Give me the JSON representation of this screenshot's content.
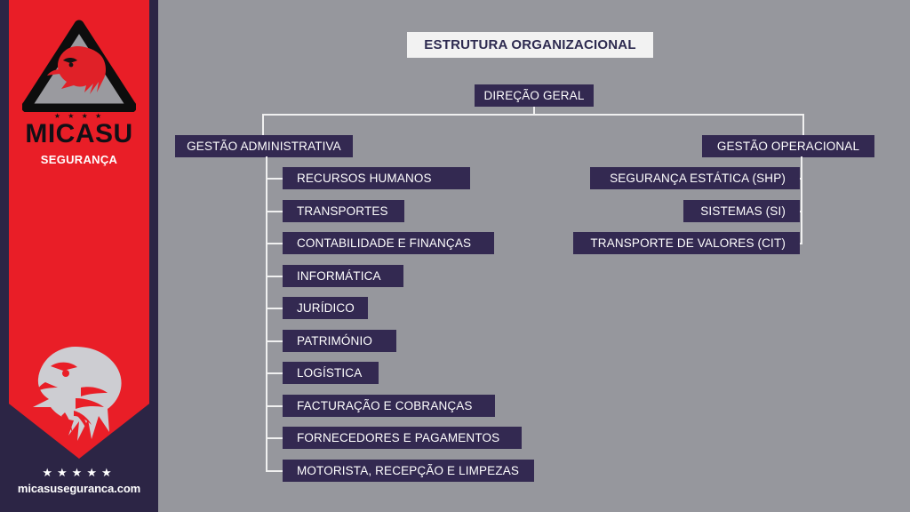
{
  "brand": {
    "logo_icon": "eagle-triangle-logo",
    "wordmark": "MICASU",
    "subtitle": "SEGURANÇA",
    "logo_stars": "★ ★ ★ ★",
    "footer_stars": "★★★★★",
    "website": "micasuseguranca.com",
    "watermark_icon": "eagle-head-icon",
    "banner_color": "#e91e27",
    "panel_color": "#2c2545"
  },
  "chart": {
    "title": "ESTRUTURA ORGANIZACIONAL",
    "title_bg": "#f2f2f2",
    "title_color": "#2d2a50",
    "node_color": "#332951",
    "connector_color": "#f0f0f0",
    "background": "#96979d"
  },
  "chart_data": {
    "type": "diagram",
    "title": "ESTRUTURA ORGANIZACIONAL",
    "root": "DIREÇÃO GERAL",
    "branches": [
      {
        "name": "GESTÃO ADMINISTRATIVA",
        "children": [
          "RECURSOS HUMANOS",
          "TRANSPORTES",
          "CONTABILIDADE  E FINANÇAS",
          "INFORMÁTICA",
          "JURÍDICO",
          "PATRIMÓNIO",
          "LOGÍSTICA",
          "FACTURAÇÃO  E COBRANÇAS",
          "FORNECEDORES E PAGAMENTOS",
          "MOTORISTA,  RECEPÇÃO  E LIMPEZAS"
        ]
      },
      {
        "name": "GESTÃO OPERACIONAL",
        "children": [
          "SEGURANÇA  ESTÁTICA (SHP)",
          "SISTEMAS (SI)",
          "TRANSPORTE  DE VALORES (CIT)"
        ]
      }
    ]
  }
}
